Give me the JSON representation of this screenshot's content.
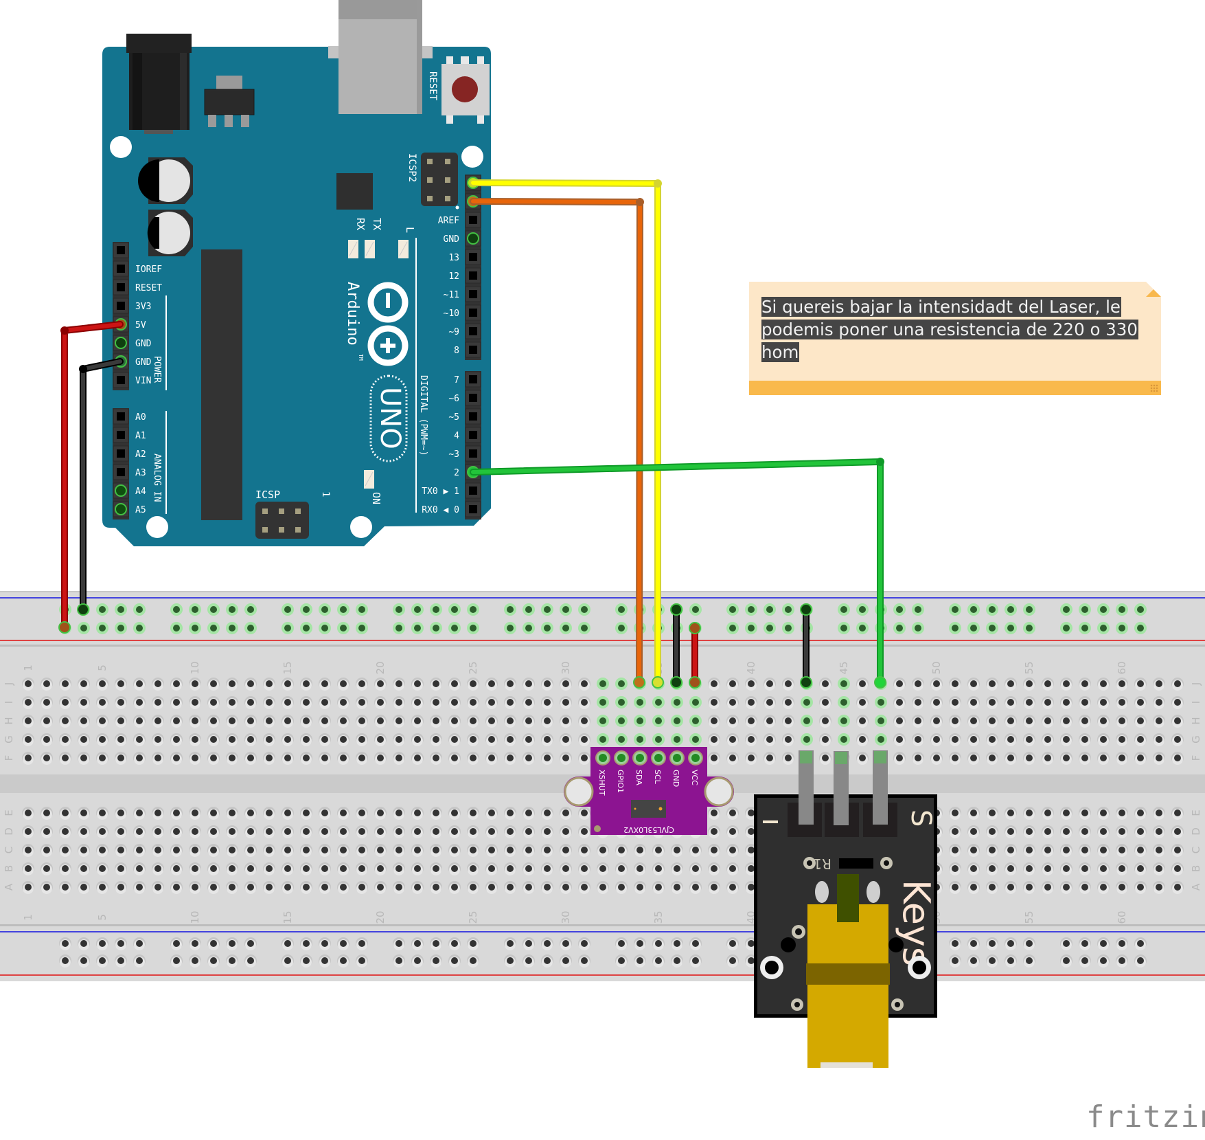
{
  "app": {
    "watermark": "fritzing"
  },
  "colors": {
    "board_blue": "#13748f",
    "breadboard": "#d9d9d9",
    "rail_blue_line": "#1010e0",
    "rail_red_line": "#e01010",
    "hole": "#333333",
    "hole_connected": "#2d5e2d",
    "hole_glow": "#9ee69e",
    "wire_red": "#cc1414",
    "wire_black": "#3a3a3a",
    "wire_yellow": "#ffff00",
    "wire_orange": "#e8650a",
    "wire_green": "#22c43a",
    "sensor_purple": "#8c1491",
    "laser_board": "#2f2f2f",
    "laser_body": "#d4a900",
    "note_bg": "#fde7c8",
    "note_bar": "#f9b94c"
  },
  "arduino": {
    "name": "Arduino",
    "model": "UNO",
    "trademark": "TM",
    "reset_label": "RESET",
    "icsp_label": "ICSP",
    "icsp2_label": "ICSP2",
    "icsp_pin1": "1",
    "on_label": "ON",
    "led_labels": [
      "TX",
      "RX",
      "L"
    ],
    "power_group_label": "POWER",
    "analog_group_label": "ANALOG IN",
    "digital_group_label": "DIGITAL (PWM=~)",
    "power_pins": [
      "",
      "IOREF",
      "RESET",
      "3V3",
      "5V",
      "GND",
      "GND",
      "VIN"
    ],
    "analog_pins": [
      "A0",
      "A1",
      "A2",
      "A3",
      "A4",
      "A5"
    ],
    "digital_top_pins": [
      "",
      "",
      "AREF",
      "GND",
      "13",
      "12",
      "~11",
      "~10",
      "~9",
      "8"
    ],
    "digital_bottom_pins": [
      "7",
      "~6",
      "~5",
      "4",
      "~3",
      "2",
      "TX0 ▶ 1",
      "RX0 ◀ 0"
    ]
  },
  "breadboard": {
    "columns": 63,
    "rows_top": [
      "J",
      "I",
      "H",
      "G",
      "F"
    ],
    "rows_bottom": [
      "E",
      "D",
      "C",
      "B",
      "A"
    ],
    "column_labels": [
      "1",
      "5",
      "10",
      "15",
      "20",
      "25",
      "30",
      "35",
      "40",
      "45",
      "50",
      "55",
      "60"
    ],
    "rail_groups": 10,
    "connected_columns_top": [
      32,
      33,
      34,
      35,
      36,
      37,
      43,
      45,
      47
    ],
    "connected_top_rail": true
  },
  "sensor": {
    "name": "CJVL53L0XV2",
    "pins": [
      "XSHUT",
      "GPIO1",
      "SDA",
      "SCL",
      "GND",
      "VCC"
    ]
  },
  "laser_module": {
    "brand": "Keys",
    "pin_minus": "-",
    "pin_signal": "S",
    "resistor_label": "R1"
  },
  "note": {
    "text": "Si quereis bajar la intensidadt del Laser, le podemis poner una resistencia de 220 o 330 hom"
  },
  "wires": [
    {
      "name": "wire-5v",
      "color": "red",
      "from": "Arduino 5V",
      "to": "top rail (+)"
    },
    {
      "name": "wire-gnd",
      "color": "black",
      "from": "Arduino GND",
      "to": "top rail (-)"
    },
    {
      "name": "wire-sda",
      "color": "orange",
      "from": "Arduino SDA",
      "to": "sensor SDA"
    },
    {
      "name": "wire-scl",
      "color": "yellow",
      "from": "Arduino SCL",
      "to": "sensor SCL"
    },
    {
      "name": "wire-sensor-gnd",
      "color": "black",
      "from": "sensor GND",
      "to": "top rail (-)"
    },
    {
      "name": "wire-sensor-vcc",
      "color": "red",
      "from": "sensor VCC",
      "to": "top rail (+)"
    },
    {
      "name": "wire-laser-gnd",
      "color": "black",
      "from": "laser -",
      "to": "top rail (-)"
    },
    {
      "name": "wire-laser-signal",
      "color": "green",
      "from": "Arduino D2",
      "to": "laser S"
    }
  ]
}
